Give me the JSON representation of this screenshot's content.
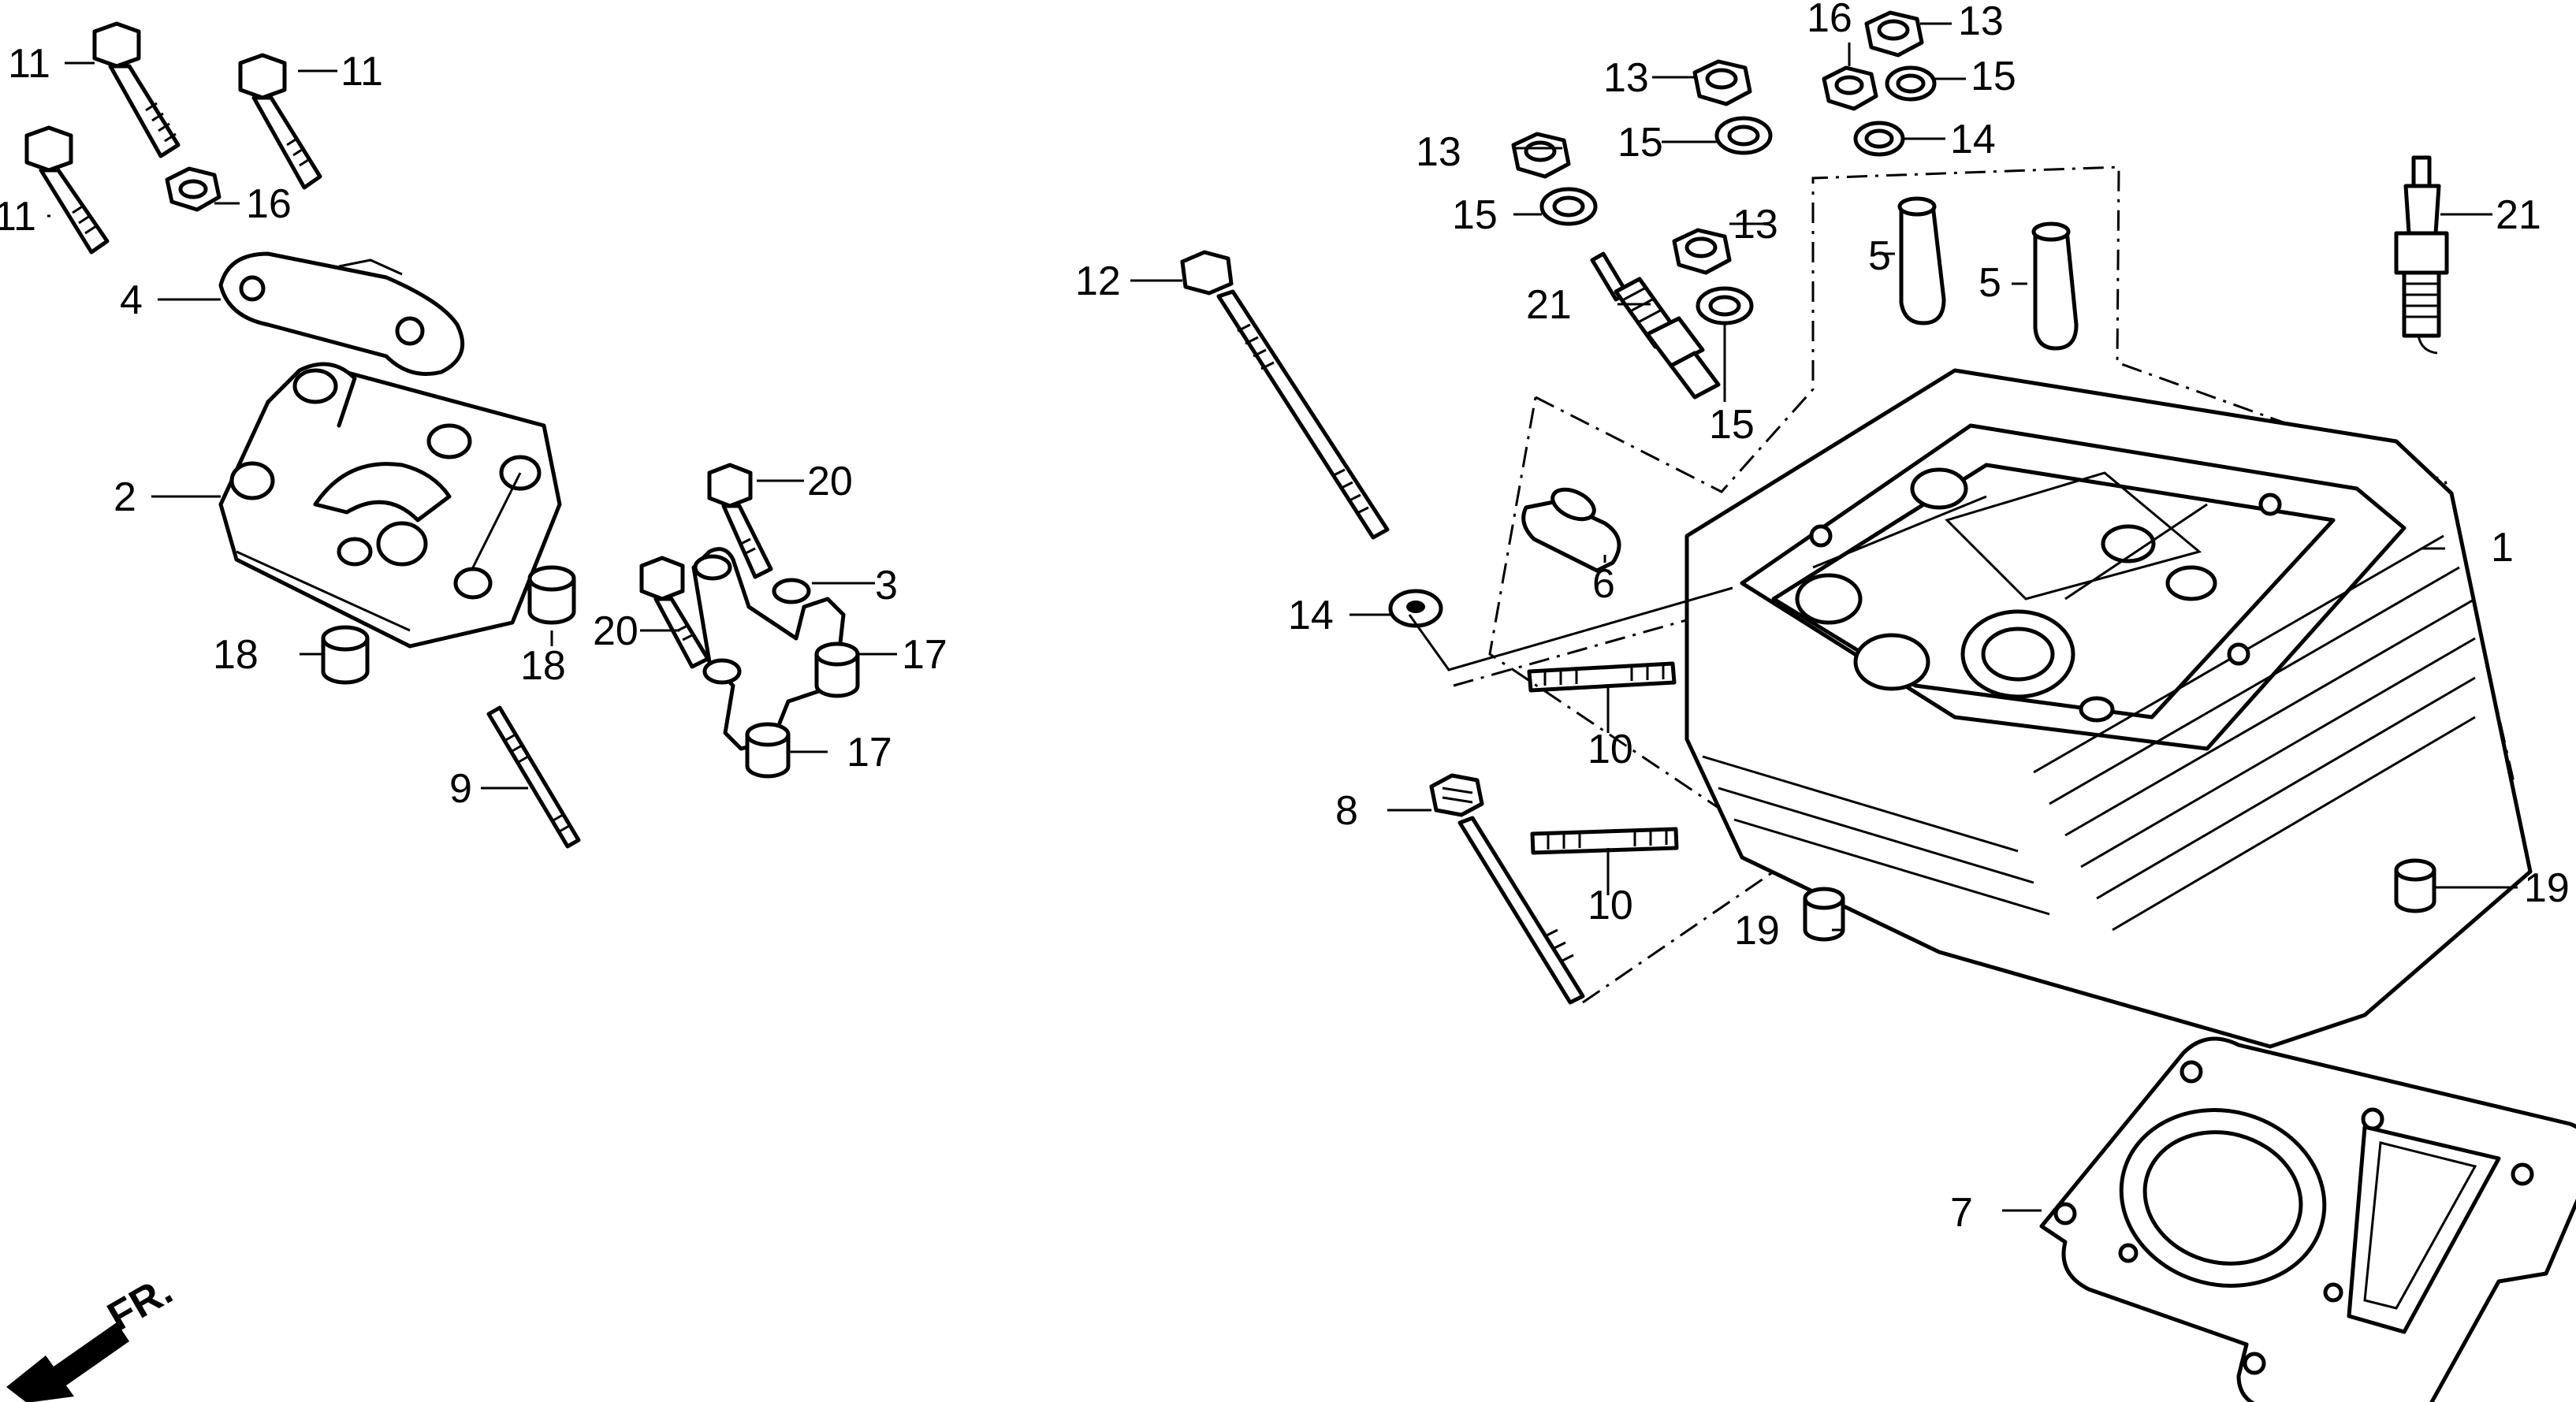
{
  "callouts": {
    "p1": "1",
    "p2": "2",
    "p3": "3",
    "p4": "4",
    "p5a": "5",
    "p5b": "5",
    "p6": "6",
    "p7": "7",
    "p8": "8",
    "p9": "9",
    "p10a": "10",
    "p10b": "10",
    "p11a": "11",
    "p11b": "11",
    "p11c": "11",
    "p12": "12",
    "p13a": "13",
    "p13b": "13",
    "p13c": "13",
    "p13d": "13",
    "p14a": "14",
    "p14b": "14",
    "p15a": "15",
    "p15b": "15",
    "p15c": "15",
    "p15d": "15",
    "p16a": "16",
    "p16b": "16",
    "p17a": "17",
    "p17b": "17",
    "p18a": "18",
    "p18b": "18",
    "p19a": "19",
    "p19b": "19",
    "p20a": "20",
    "p20b": "20",
    "p21a": "21",
    "p21b": "21"
  },
  "direction": {
    "label": "FR."
  }
}
